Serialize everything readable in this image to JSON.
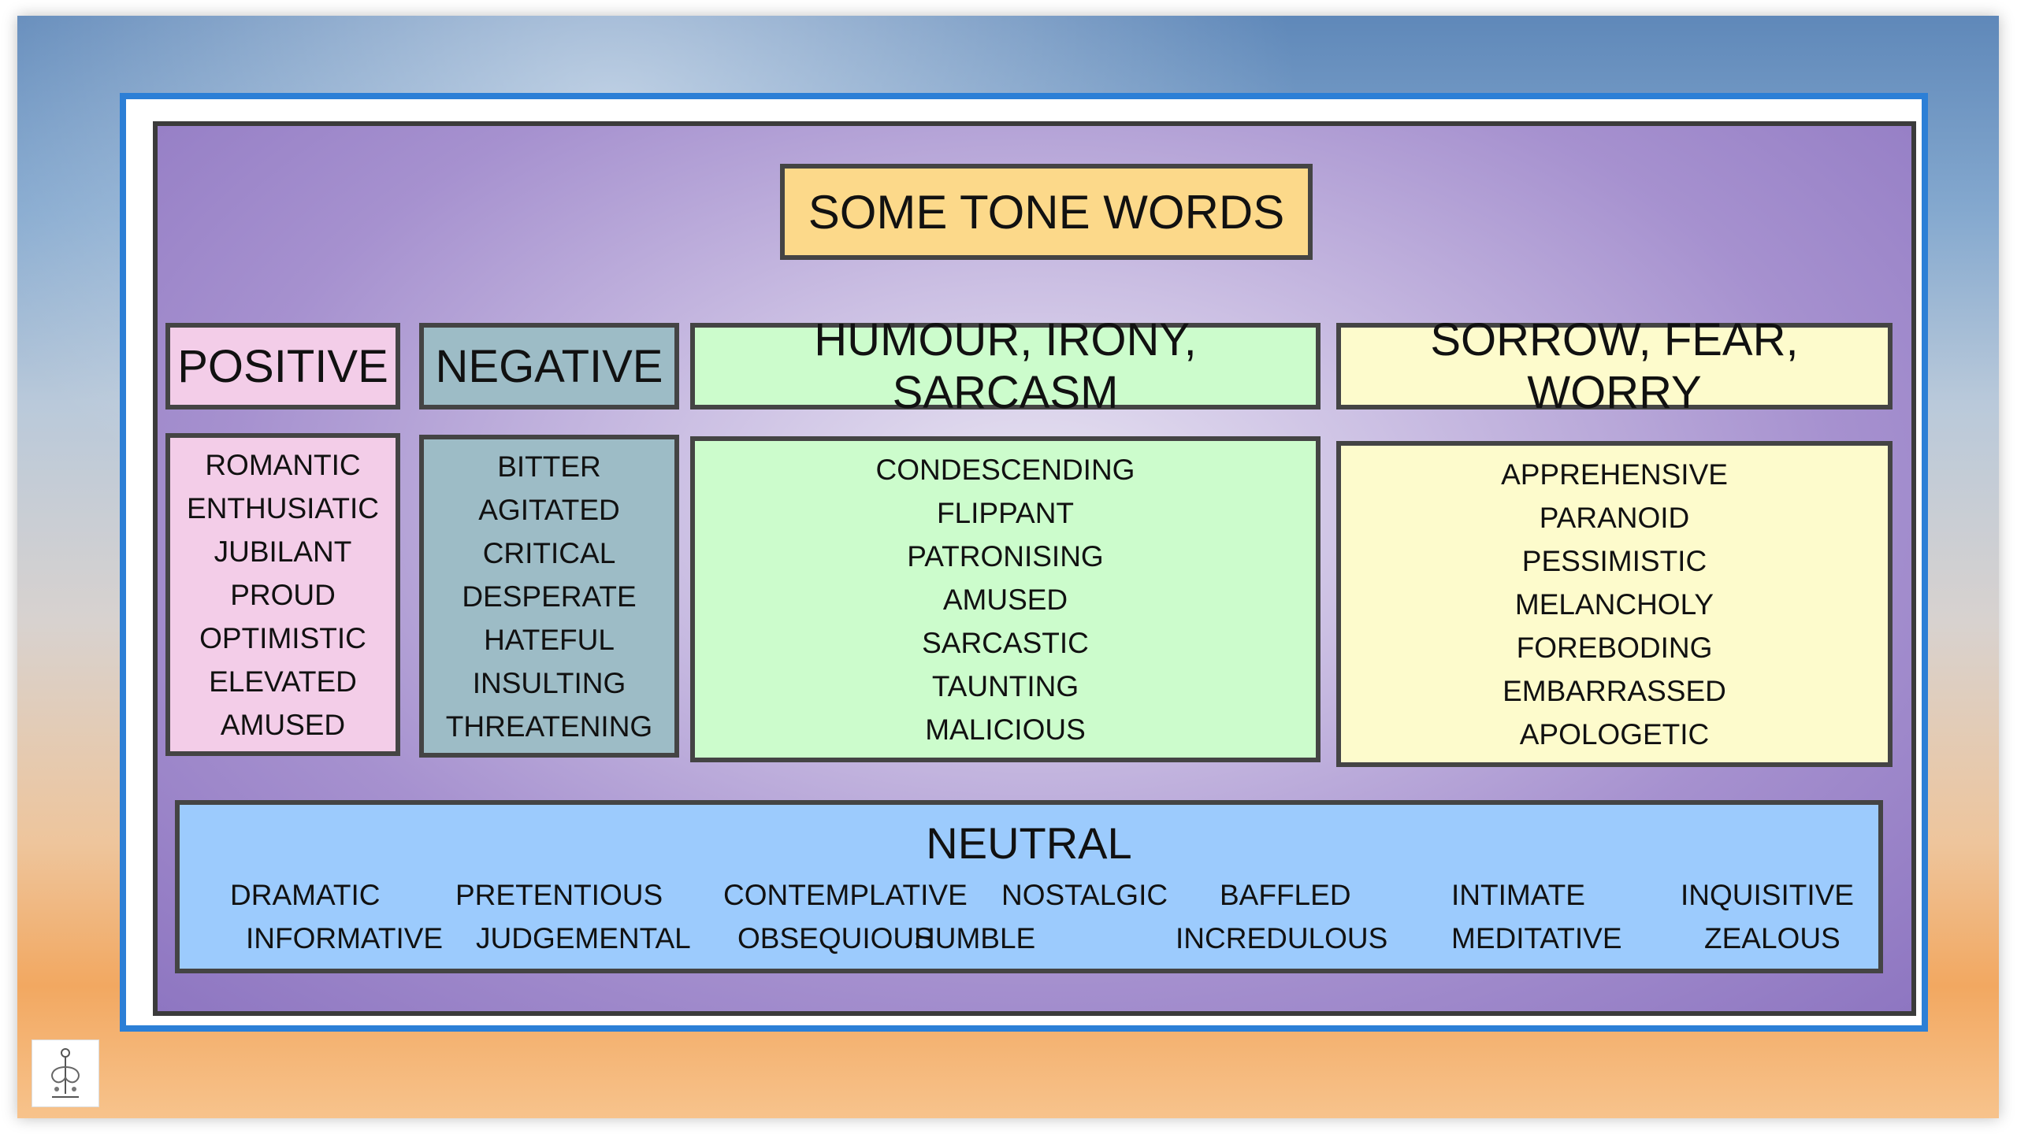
{
  "title": "SOME TONE WORDS",
  "categories": {
    "positive": {
      "label": "POSITIVE",
      "words": [
        "ROMANTIC",
        "ENTHUSIATIC",
        "JUBILANT",
        "PROUD",
        "OPTIMISTIC",
        "ELEVATED",
        "AMUSED"
      ]
    },
    "negative": {
      "label": "NEGATIVE",
      "words": [
        "BITTER",
        "AGITATED",
        "CRITICAL",
        "DESPERATE",
        "HATEFUL",
        "INSULTING",
        "THREATENING"
      ]
    },
    "humour": {
      "label": "HUMOUR, IRONY, SARCASM",
      "words": [
        "CONDESCENDING",
        "FLIPPANT",
        "PATRONISING",
        "AMUSED",
        "SARCASTIC",
        "TAUNTING",
        "MALICIOUS"
      ]
    },
    "sorrow": {
      "label": "SORROW, FEAR, WORRY",
      "words": [
        "APPREHENSIVE",
        "PARANOID",
        "PESSIMISTIC",
        "MELANCHOLY",
        "FOREBODING",
        "EMBARRASSED",
        "APOLOGETIC"
      ]
    }
  },
  "neutral": {
    "label": "NEUTRAL",
    "row1": [
      "DRAMATIC",
      "PRETENTIOUS",
      "CONTEMPLATIVE",
      "NOSTALGIC",
      "BAFFLED",
      "INTIMATE",
      "INQUISITIVE"
    ],
    "row2": [
      "INFORMATIVE",
      "JUDGEMENTAL",
      "OBSEQUIOUS",
      "HUMBLE",
      "INCREDULOUS",
      "MEDITATIVE",
      "ZEALOUS"
    ]
  },
  "colors": {
    "positive": "#f3cde8",
    "negative": "#9dbcc6",
    "humour": "#ccfccc",
    "sorrow": "#fdfbcc",
    "neutral": "#9ccbfd",
    "title": "#fcd98a",
    "frame": "#2c7fd6"
  },
  "icons": {
    "corner_logo": "tree-logo-icon"
  }
}
